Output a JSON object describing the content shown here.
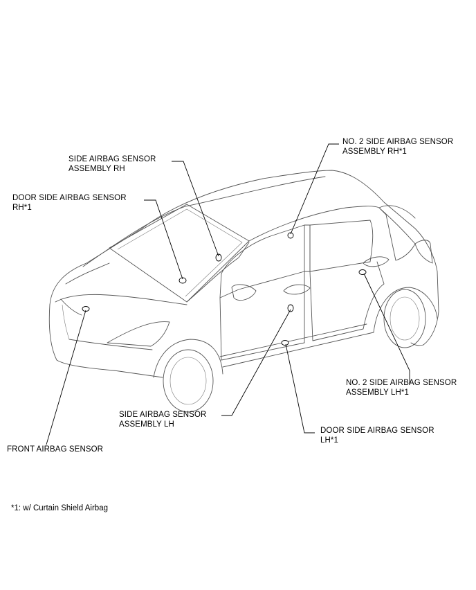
{
  "labels": {
    "side_airbag_sensor_rh": [
      "SIDE AIRBAG SENSOR",
      "ASSEMBLY RH"
    ],
    "door_side_airbag_sensor_rh": [
      "DOOR SIDE AIRBAG SENSOR",
      "RH*1"
    ],
    "no2_side_airbag_sensor_rh": [
      "NO. 2 SIDE AIRBAG SENSOR",
      "ASSEMBLY RH*1"
    ],
    "no2_side_airbag_sensor_lh": [
      "NO. 2 SIDE AIRBAG SENSOR",
      "ASSEMBLY LH*1"
    ],
    "side_airbag_sensor_lh": [
      "SIDE AIRBAG SENSOR",
      "ASSEMBLY LH"
    ],
    "door_side_airbag_sensor_lh": [
      "DOOR SIDE AIRBAG SENSOR",
      "LH*1"
    ],
    "front_airbag_sensor": [
      "FRONT AIRBAG SENSOR"
    ]
  },
  "footnote": "*1: w/ Curtain Shield Airbag"
}
